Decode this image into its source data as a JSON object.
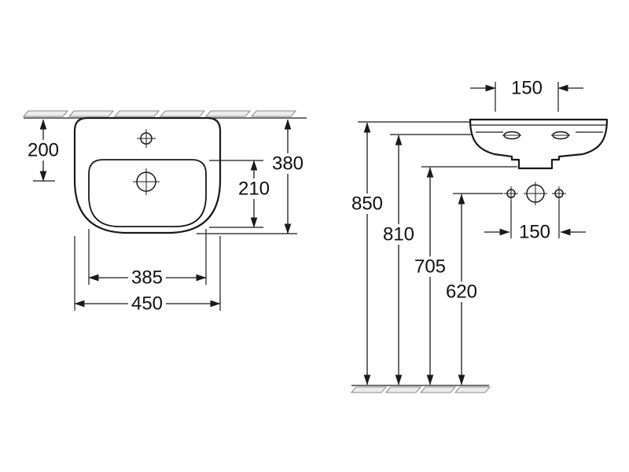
{
  "dims": {
    "left": {
      "wall_to_hole": "200",
      "depth": "380",
      "bowl_depth": "210",
      "bowl_width": "385",
      "width": "450"
    },
    "right": {
      "hole_spacing_top": "150",
      "height_rim": "850",
      "height_810": "810",
      "height_705": "705",
      "height_620": "620",
      "hole_spacing_bottom": "150"
    }
  }
}
